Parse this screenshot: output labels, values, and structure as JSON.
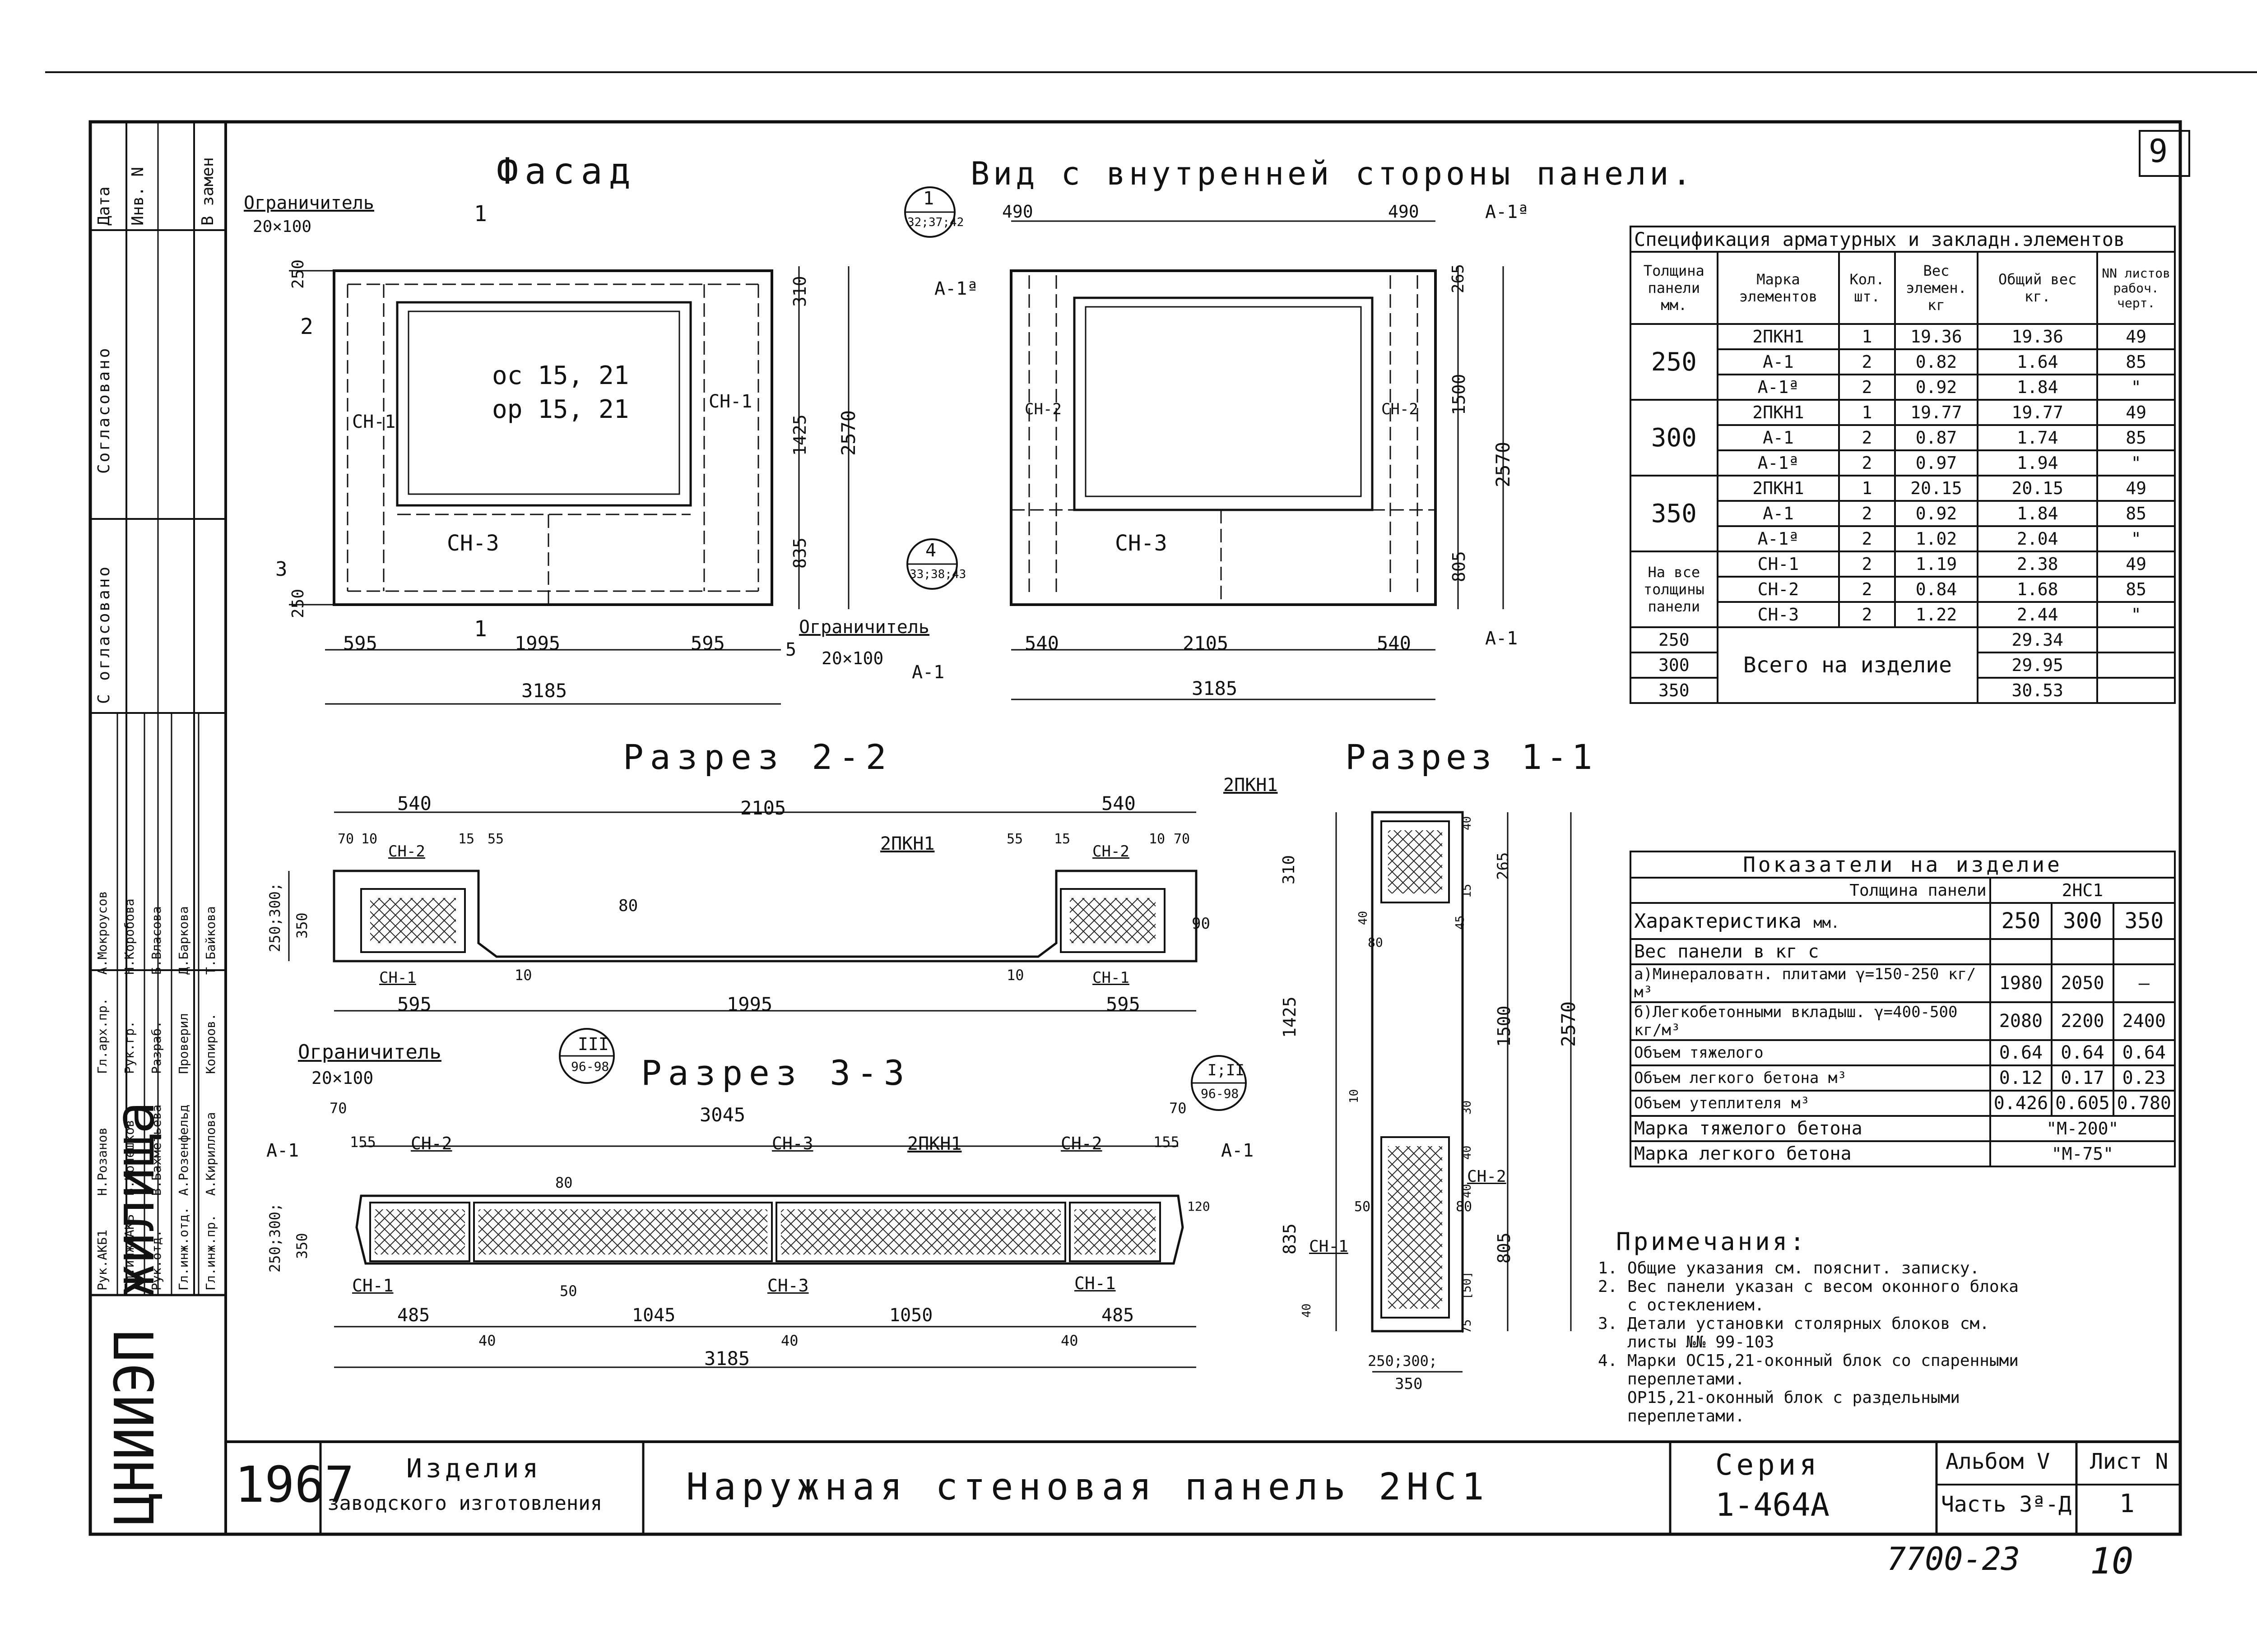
{
  "sheet_corner": "9",
  "stamp_number": "7700-23",
  "page_number": "10",
  "views": {
    "facade_title": "Фасад",
    "inner_title": "Вид с внутренней стороны панели.",
    "section22_title": "Разрез 2-2",
    "section11_title": "Разрез 1-1",
    "section33_title": "Разрез 3-3"
  },
  "facade": {
    "limiter": "Ограничитель",
    "limiter_size": "20×100",
    "window1": "ос 15, 21",
    "window2": "ор 15, 21",
    "cn1_left": "CH-1",
    "cn1_right": "CH-1",
    "cn3": "CH-3",
    "dims_bottom": [
      "595",
      "1995",
      "595"
    ],
    "total": "3185",
    "dims_right": [
      "310",
      "1425",
      "835",
      "2570"
    ],
    "dims_left": [
      "250",
      "250"
    ],
    "marks": [
      "1",
      "2",
      "3",
      "1",
      "5"
    ],
    "limiter2": "Ограничитель",
    "limiter2_size": "20×100"
  },
  "inner": {
    "callout1_top": "1",
    "callout1_bottom": "32;37;42",
    "callout4_top": "4",
    "callout4_bottom": "33;38;43",
    "a1a_left": "A-1ª",
    "a1a_right": "A-1ª",
    "a1_left": "A-1",
    "a1_right": "A-1",
    "cn2_left": "CH-2",
    "cn2_right": "CH-2",
    "cn3": "CH-3",
    "dims_top": [
      "490",
      "490"
    ],
    "dims_bottom": [
      "540",
      "2105",
      "540"
    ],
    "total": "3185",
    "dims_right": [
      "265",
      "1500",
      "805",
      "2570"
    ]
  },
  "section22": {
    "dims_top": [
      "540",
      "2105",
      "540"
    ],
    "small_left": [
      "70",
      "10",
      "15",
      "55"
    ],
    "small_right": [
      "55",
      "15",
      "10",
      "70"
    ],
    "cn2": "CH-2",
    "cn2_r": "CH-2",
    "pkn": "2ПКН1",
    "cn1": "CH-1",
    "cn1_r": "CH-1",
    "thick": "250;300;",
    "thick2": "350",
    "d80": "80",
    "d90": "90",
    "d10a": "10",
    "d10b": "10",
    "dims_bottom": [
      "595",
      "1995",
      "595"
    ],
    "limiter": "Ограничитель",
    "limiter_size": "20×100",
    "callout_top": "III",
    "callout_bottom": "96-98"
  },
  "section33": {
    "total_top": "3045",
    "d70a": "70",
    "d70b": "70",
    "d155a": "155",
    "d155b": "155",
    "cn2_l": "CH-2",
    "cn3_t": "CH-3",
    "pkn": "2ПКН1",
    "cn2_r": "CH-2",
    "a1_l": "A-1",
    "a1_r": "A-1",
    "d80": "80",
    "d120": "120",
    "d50": "50",
    "cn1_l": "CH-1",
    "cn3_b": "CH-3",
    "cn1_r": "CH-1",
    "thick": "250;300;",
    "thick2": "350",
    "dims_bottom": [
      "485",
      "1045",
      "1050",
      "485"
    ],
    "d40": [
      "40",
      "40",
      "40"
    ],
    "total": "3185"
  },
  "section11": {
    "pkn": "2ПКН1",
    "callout_top": "I;II",
    "callout_bottom": "96-98",
    "cn2": "CH-2",
    "cn1": "CH-1",
    "dims_left": [
      "310",
      "1425",
      "835"
    ],
    "dims_right": [
      "265",
      "1500",
      "805",
      "2570"
    ],
    "small": [
      "40",
      "15",
      "45",
      "40",
      "80",
      "10",
      "50",
      "30",
      "40",
      "40",
      "80",
      "40",
      "75",
      "[50]"
    ],
    "thick": "250;300;",
    "thick2": "350"
  },
  "spec_table": {
    "title": "Спецификация арматурных и закладн.элементов",
    "headers": [
      "Толщина панели мм.",
      "Марка элементов",
      "Кол. шт.",
      "Вес элемен. кг",
      "Общий вес кг.",
      "NN листов рабоч. черт."
    ],
    "groups": [
      {
        "thickness": "250",
        "rows": [
          [
            "2ПКН1",
            "1",
            "19.36",
            "19.36",
            "49"
          ],
          [
            "A-1",
            "2",
            "0.82",
            "1.64",
            "85"
          ],
          [
            "A-1ª",
            "2",
            "0.92",
            "1.84",
            "\""
          ]
        ]
      },
      {
        "thickness": "300",
        "rows": [
          [
            "2ПКН1",
            "1",
            "19.77",
            "19.77",
            "49"
          ],
          [
            "A-1",
            "2",
            "0.87",
            "1.74",
            "85"
          ],
          [
            "A-1ª",
            "2",
            "0.97",
            "1.94",
            "\""
          ]
        ]
      },
      {
        "thickness": "350",
        "rows": [
          [
            "2ПКН1",
            "1",
            "20.15",
            "20.15",
            "49"
          ],
          [
            "A-1",
            "2",
            "0.92",
            "1.84",
            "85"
          ],
          [
            "A-1ª",
            "2",
            "1.02",
            "2.04",
            "\""
          ]
        ]
      },
      {
        "thickness": "На все толщины панели",
        "rows": [
          [
            "CH-1",
            "2",
            "1.19",
            "2.38",
            "49"
          ],
          [
            "CH-2",
            "2",
            "0.84",
            "1.68",
            "85"
          ],
          [
            "CH-3",
            "2",
            "1.22",
            "2.44",
            "\""
          ]
        ]
      }
    ],
    "totals_label": "Всего на изделие",
    "totals": [
      [
        "250",
        "29.34"
      ],
      [
        "300",
        "29.95"
      ],
      [
        "350",
        "30.53"
      ]
    ]
  },
  "indicators": {
    "title": "Показатели на изделие",
    "thickness_label": "Толщина панели",
    "mm_label": "мм.",
    "char_label": "Характеристика",
    "panel": "2НС1",
    "cols": [
      "250",
      "300",
      "350"
    ],
    "weight_label": "Вес панели в кг с",
    "rows": [
      {
        "label": "а)Минераловатн. плитами γ=150-250 кг/м³",
        "values": [
          "1980",
          "2050",
          "—"
        ]
      },
      {
        "label": "б)Легкобетонными вкладыш. γ=400-500 кг/м³",
        "values": [
          "2080",
          "2200",
          "2400"
        ]
      },
      {
        "label": "Объем тяжелого",
        "values": [
          "0.64",
          "0.64",
          "0.64"
        ]
      },
      {
        "label": "Объем легкого бетона м³",
        "values": [
          "0.12",
          "0.17",
          "0.23"
        ]
      },
      {
        "label": "Объем утеплителя м³",
        "values": [
          "0.426",
          "0.605",
          "0.780"
        ]
      }
    ],
    "heavy_label": "Марка тяжелого бетона",
    "heavy_value": "\"М-200\"",
    "light_label": "Марка легкого бетона",
    "light_value": "\"М-75\""
  },
  "notes": {
    "title": "Примечания:",
    "items": [
      "1. Общие указания см. пояснит. записку.",
      "2. Вес панели указан с весом оконного блока",
      "   с остеклением.",
      "3. Детали установки столярных блоков см.",
      "   листы №№ 99-103",
      "4. Марки ОС15,21-оконный блок со спаренными",
      "   переплетами.",
      "   ОР15,21-оконный блок с раздельными",
      "   переплетами."
    ]
  },
  "left_stamp": {
    "header": [
      "Дата",
      "Инв. N",
      "В замен"
    ],
    "agreed": [
      "Согласовано",
      "С огласовано"
    ],
    "roles": [
      "Рук.АКБ1",
      "Гл.инж.АКБ",
      "Рук.отд.",
      "Гл.инж.отд.",
      "Гл.инж.пр."
    ],
    "names1": [
      "Н.Розанов",
      "В.Кочешков",
      "В.Бахметьева",
      "А.Розенфельд",
      "А.Кириллова"
    ],
    "roles2": [
      "Гл.арх.пр.",
      "Рук.гр.",
      "Разраб.",
      "Проверил",
      "Копиров."
    ],
    "names2": [
      "А.Мокроусов",
      "Н.Коробова",
      "Б.Власова",
      "Д.Баркова",
      "Т.Байкова"
    ],
    "org": "ЦНИИЭП жилища"
  },
  "title_block": {
    "year": "1967",
    "product": "Изделия",
    "product2": "заводского изготовления",
    "name": "Наружная стеновая панель 2НС1",
    "series_label": "Серия",
    "series": "1-464А",
    "album": "Альбом V",
    "part": "Часть 3ª-Д",
    "sheet_label": "Лист N",
    "sheet": "1"
  }
}
